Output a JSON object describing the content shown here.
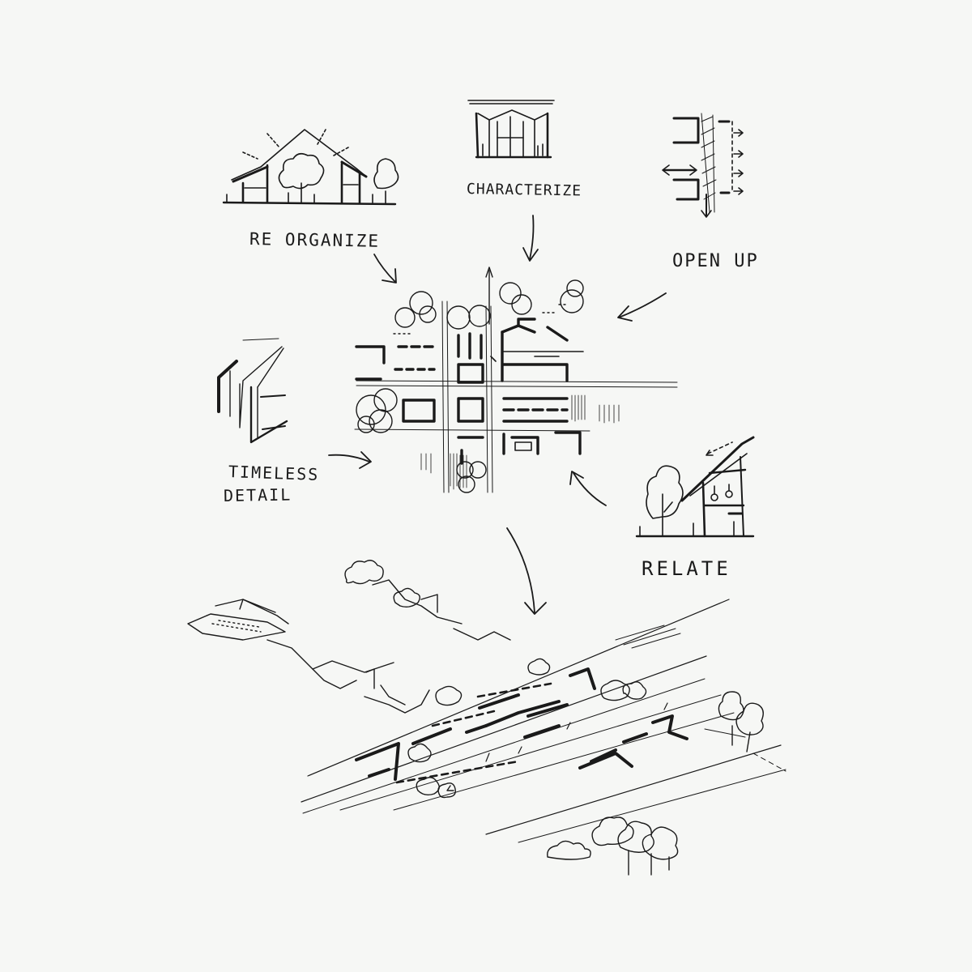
{
  "labels": {
    "reorganize": "RE ORGANIZE",
    "characterize": "CHARACTERIZE",
    "open_up": "OPEN UP",
    "timeless_line1": "TIMELESS",
    "timeless_line2": "DETAIL",
    "relate": "RELATE"
  },
  "colors": {
    "background": "#f6f7f5",
    "ink": "#1a1a1a"
  }
}
